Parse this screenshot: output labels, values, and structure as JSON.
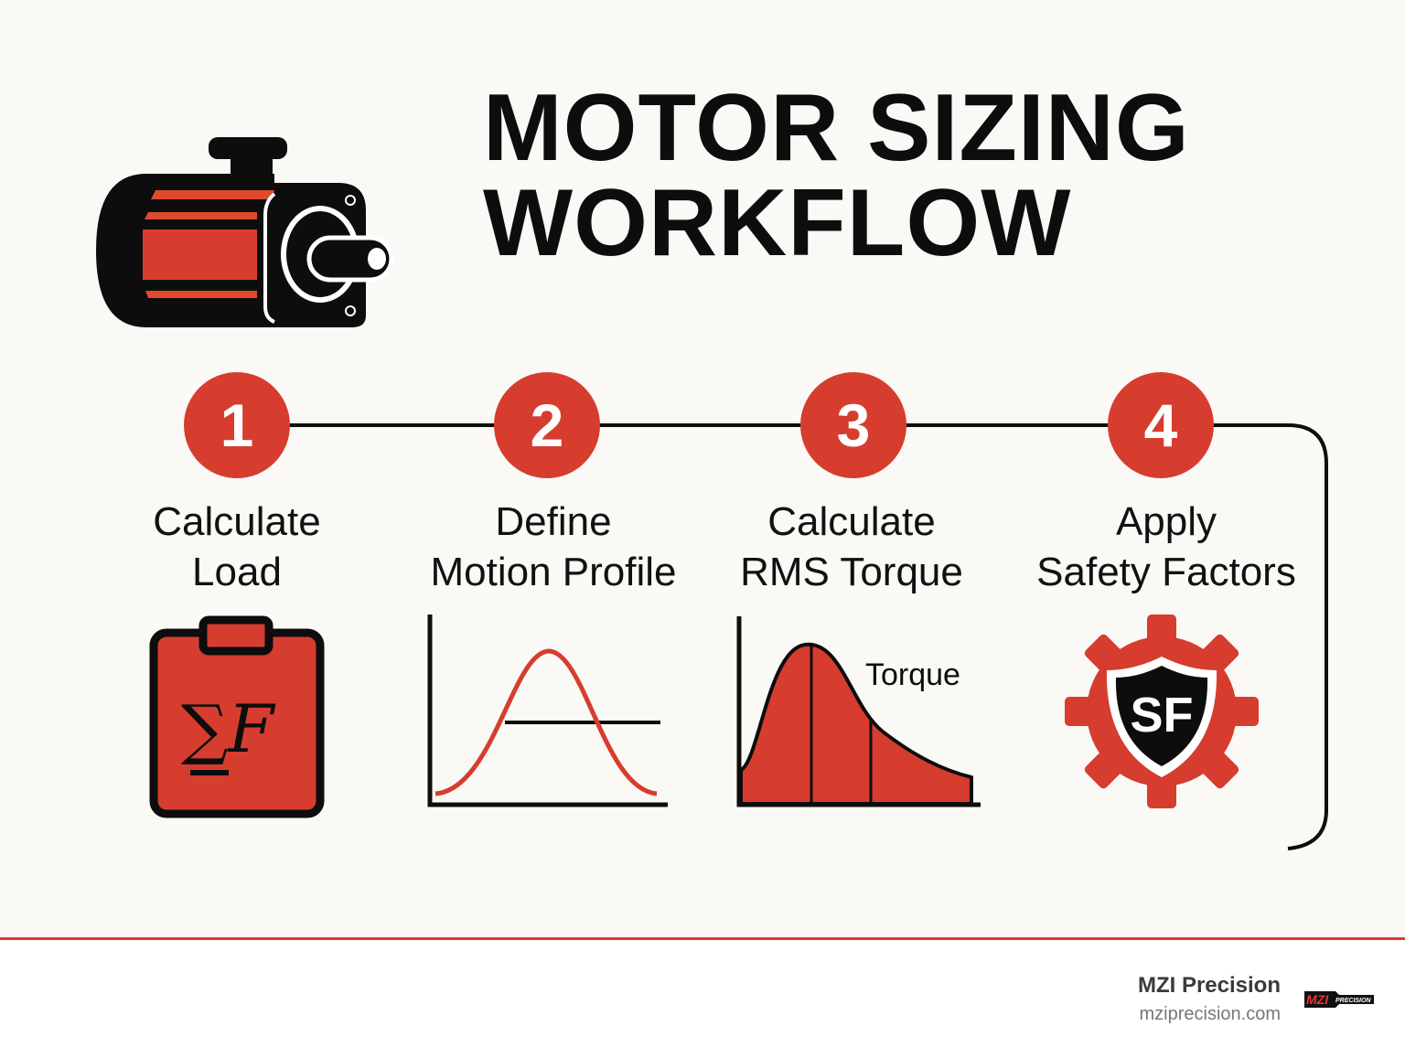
{
  "title": {
    "line1": "MOTOR SIZING",
    "line2": "WORKFLOW"
  },
  "colors": {
    "accent": "#d63d2e",
    "dark": "#0d0d0d",
    "background": "#faf9f5",
    "footer_rule": "#e8343a"
  },
  "steps": [
    {
      "number": "1",
      "line1": "Calculate",
      "line2": "Load",
      "icon": "clipboard-sum-force-icon",
      "icon_text": "∑F"
    },
    {
      "number": "2",
      "line1": "Define",
      "line2": "Motion Profile",
      "icon": "motion-profile-curve-icon"
    },
    {
      "number": "3",
      "line1": "Calculate",
      "line2": "RMS Torque",
      "icon": "torque-curve-icon",
      "icon_text": "Torque"
    },
    {
      "number": "4",
      "line1": "Apply",
      "line2": "Safety Factors",
      "icon": "gear-shield-icon",
      "icon_text": "SF"
    }
  ],
  "footer": {
    "brand": "MZI Precision",
    "url": "mziprecision.com",
    "logo_text": "MZI PRECISION"
  }
}
